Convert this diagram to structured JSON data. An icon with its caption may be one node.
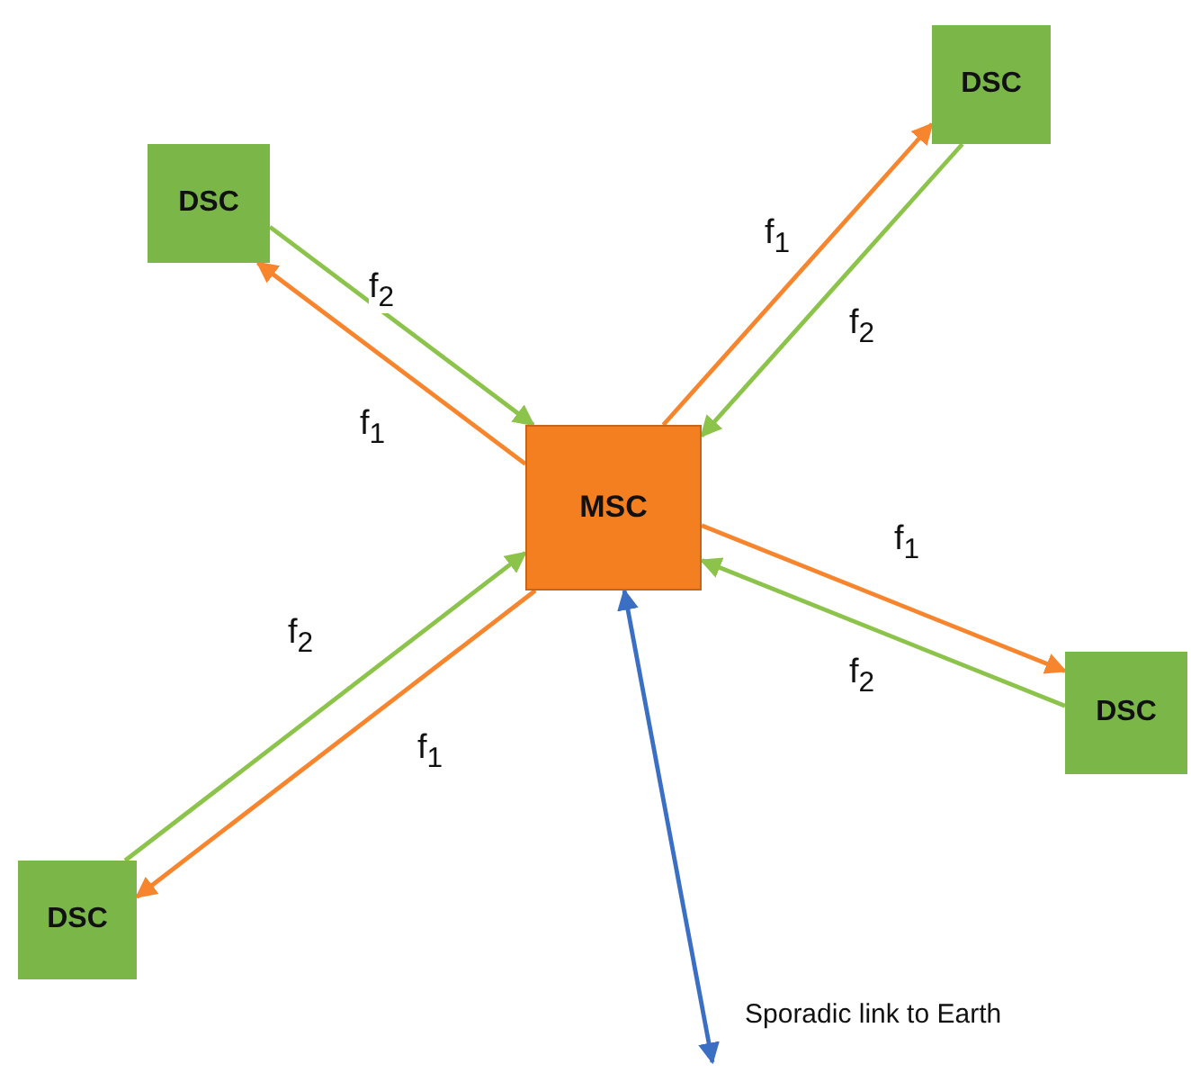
{
  "diagram": {
    "nodes": [
      {
        "text": [
          "DSC"
        ]
      },
      {
        "text": [
          "DSC"
        ]
      },
      {
        "text": [
          "MSC"
        ]
      },
      {
        "text": [
          "DSC"
        ]
      },
      {
        "text": [
          "DSC"
        ]
      }
    ],
    "edges": [
      {
        "from": 0,
        "to": 2,
        "arrow": "to",
        "label": "f$_{2}$",
        "color": "#8cc34b"
      },
      {
        "from": 2,
        "to": 0,
        "arrow": "to",
        "label": "f$_{1}$",
        "color": "#f7852e"
      },
      {
        "from": 2,
        "to": 1,
        "arrow": "to",
        "label": "f$_{1}$",
        "color": "#f7852e"
      },
      {
        "from": 1,
        "to": 2,
        "arrow": "to",
        "label": "f$_{2}$",
        "color": "#8cc34b"
      },
      {
        "from": 2,
        "to": 3,
        "arrow": "to",
        "label": "f$_{1}$",
        "color": "#f7852e"
      },
      {
        "from": 3,
        "to": 2,
        "arrow": "to",
        "label": "f$_{2}$",
        "color": "#8cc34b"
      },
      {
        "from": 4,
        "to": 2,
        "arrow": "to",
        "label": "f$_{2}$",
        "color": "#8cc34b"
      },
      {
        "from": 2,
        "to": 4,
        "arrow": "to",
        "label": "f$_{1}$",
        "color": "#f7852e"
      },
      {
        "from": 2,
        "to": null,
        "arrow": "both",
        "label": "Sporadic link to Earth",
        "color": "#3a6fc4"
      }
    ]
  }
}
